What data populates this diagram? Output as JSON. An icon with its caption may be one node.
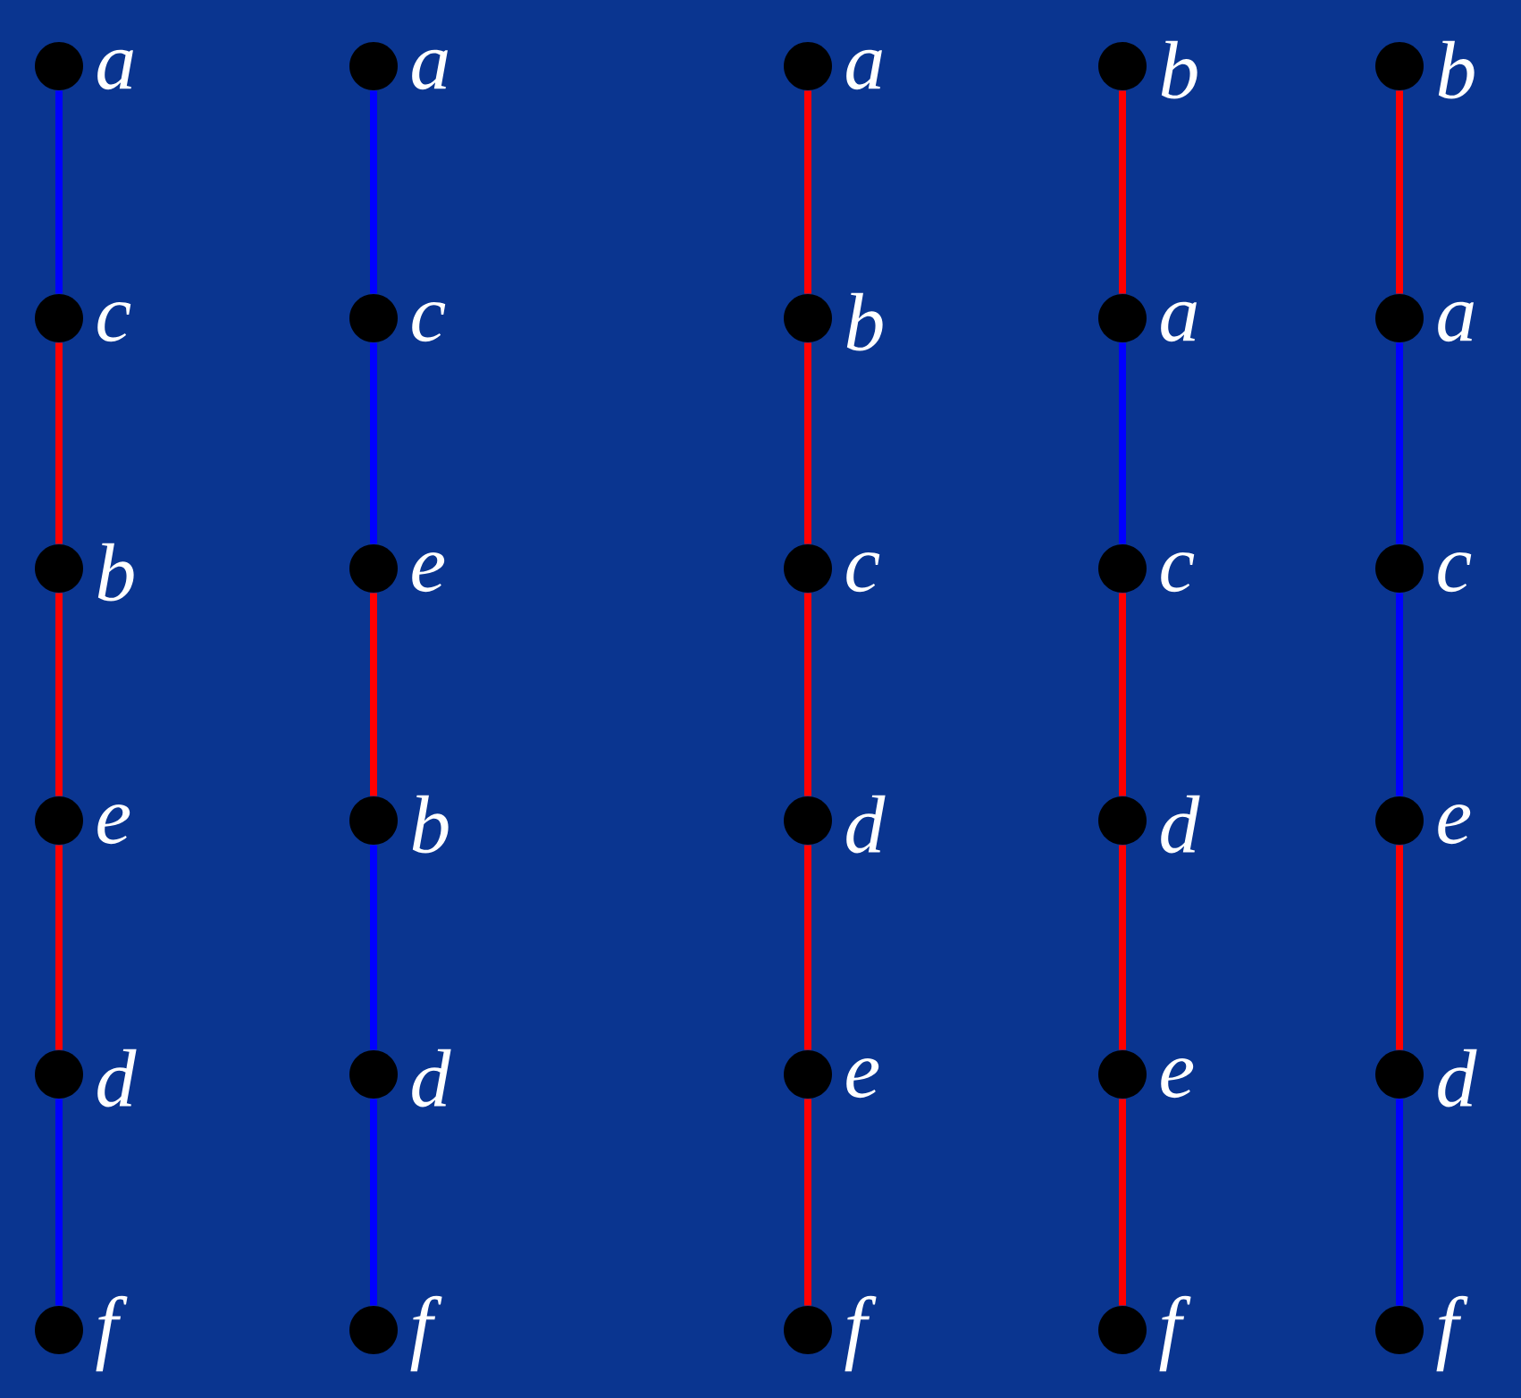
{
  "diagram": {
    "nodes": [
      {
        "text": [],
        "shape": "circle",
        "beside": [
          "a"
        ]
      },
      {
        "text": [],
        "shape": "circle",
        "beside": [
          "c"
        ]
      },
      {
        "text": [],
        "shape": "circle",
        "beside": [
          "b"
        ]
      },
      {
        "text": [],
        "shape": "circle",
        "beside": [
          "e"
        ]
      },
      {
        "text": [],
        "shape": "circle",
        "beside": [
          "d"
        ]
      },
      {
        "text": [],
        "shape": "circle",
        "beside": [
          "f"
        ]
      },
      {
        "text": [],
        "shape": "circle",
        "beside": [
          "a"
        ]
      },
      {
        "text": [],
        "shape": "circle",
        "beside": [
          "c"
        ]
      },
      {
        "text": [],
        "shape": "circle",
        "beside": [
          "e"
        ]
      },
      {
        "text": [],
        "shape": "circle",
        "beside": [
          "b"
        ]
      },
      {
        "text": [],
        "shape": "circle",
        "beside": [
          "d"
        ]
      },
      {
        "text": [],
        "shape": "circle",
        "beside": [
          "f"
        ]
      },
      {
        "text": [],
        "shape": "circle",
        "beside": [
          "a"
        ]
      },
      {
        "text": [],
        "shape": "circle",
        "beside": [
          "b"
        ]
      },
      {
        "text": [],
        "shape": "circle",
        "beside": [
          "c"
        ]
      },
      {
        "text": [],
        "shape": "circle",
        "beside": [
          "d"
        ]
      },
      {
        "text": [],
        "shape": "circle",
        "beside": [
          "e"
        ]
      },
      {
        "text": [],
        "shape": "circle",
        "beside": [
          "f"
        ]
      },
      {
        "text": [],
        "shape": "circle",
        "beside": [
          "b"
        ]
      },
      {
        "text": [],
        "shape": "circle",
        "beside": [
          "a"
        ]
      },
      {
        "text": [],
        "shape": "circle",
        "beside": [
          "c"
        ]
      },
      {
        "text": [],
        "shape": "circle",
        "beside": [
          "d"
        ]
      },
      {
        "text": [],
        "shape": "circle",
        "beside": [
          "e"
        ]
      },
      {
        "text": [],
        "shape": "circle",
        "beside": [
          "f"
        ]
      },
      {
        "text": [],
        "shape": "circle",
        "beside": [
          "b"
        ]
      },
      {
        "text": [],
        "shape": "circle",
        "beside": [
          "a"
        ]
      },
      {
        "text": [],
        "shape": "circle",
        "beside": [
          "c"
        ]
      },
      {
        "text": [],
        "shape": "circle",
        "beside": [
          "e"
        ]
      },
      {
        "text": [],
        "shape": "circle",
        "beside": [
          "d"
        ]
      },
      {
        "text": [],
        "shape": "circle",
        "beside": [
          "f"
        ]
      }
    ],
    "edges": [
      {
        "from": 0,
        "to": 1,
        "arrow": "none",
        "color": "#0000ff"
      },
      {
        "from": 1,
        "to": 2,
        "arrow": "none"
      },
      {
        "from": 2,
        "to": 3,
        "arrow": "none"
      },
      {
        "from": 3,
        "to": 4,
        "arrow": "none"
      },
      {
        "from": 4,
        "to": 5,
        "arrow": "none",
        "color": "#0000ff"
      },
      {
        "from": 6,
        "to": 7,
        "arrow": "none",
        "color": "#0000ff"
      },
      {
        "from": 7,
        "to": 8,
        "arrow": "none",
        "color": "#0000ff"
      },
      {
        "from": 8,
        "to": 9,
        "arrow": "none"
      },
      {
        "from": 9,
        "to": 10,
        "arrow": "none",
        "color": "#0000ff"
      },
      {
        "from": 10,
        "to": 11,
        "arrow": "none",
        "color": "#0000ff"
      },
      {
        "from": 12,
        "to": 13,
        "arrow": "none"
      },
      {
        "from": 13,
        "to": 14,
        "arrow": "none"
      },
      {
        "from": 14,
        "to": 15,
        "arrow": "none"
      },
      {
        "from": 15,
        "to": 16,
        "arrow": "none"
      },
      {
        "from": 16,
        "to": 17,
        "arrow": "none"
      },
      {
        "from": 18,
        "to": 19,
        "arrow": "none"
      },
      {
        "from": 19,
        "to": 20,
        "arrow": "none",
        "color": "#0000ff"
      },
      {
        "from": 20,
        "to": 21,
        "arrow": "none"
      },
      {
        "from": 21,
        "to": 22,
        "arrow": "none"
      },
      {
        "from": 22,
        "to": 23,
        "arrow": "none"
      },
      {
        "from": 24,
        "to": 25,
        "arrow": "none"
      },
      {
        "from": 25,
        "to": 26,
        "arrow": "none",
        "color": "#0000ff"
      },
      {
        "from": 26,
        "to": 27,
        "arrow": "none",
        "color": "#0000ff"
      },
      {
        "from": 27,
        "to": 28,
        "arrow": "none"
      },
      {
        "from": 28,
        "to": 29,
        "arrow": "none",
        "color": "#0000ff"
      }
    ]
  }
}
